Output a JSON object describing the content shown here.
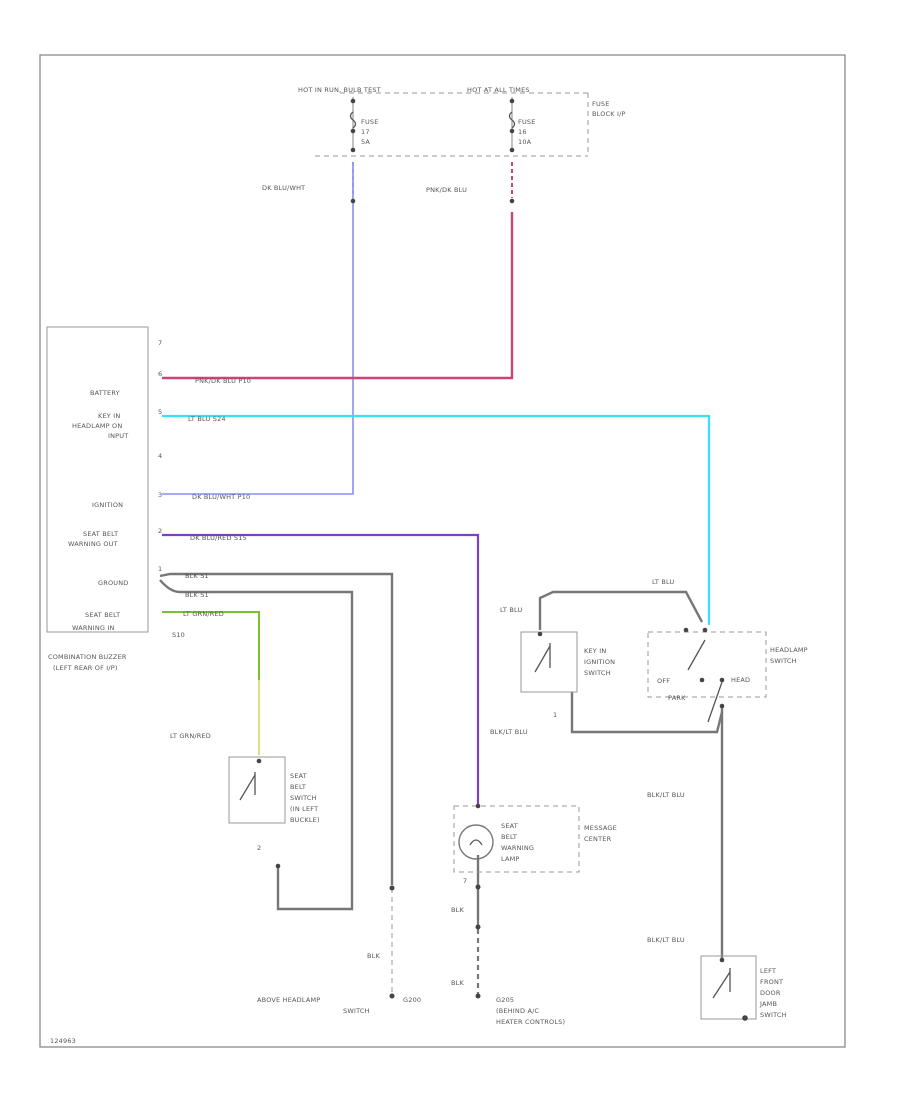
{
  "fuses": {
    "hot_left": "HOT IN RUN, BULB TEST",
    "hot_right": "HOT AT ALL TIMES",
    "fuse_block": [
      "FUSE",
      "BLOCK I/P"
    ],
    "fuse_a": [
      "FUSE",
      "17",
      "5A"
    ],
    "fuse_b": [
      "FUSE",
      "16",
      "10A"
    ]
  },
  "wires": {
    "dk_blu_wht_top": "DK BLU/WHT",
    "pnk_dk_blu_top": "PNK/DK BLU",
    "battery_wire": "PNK/DK BLU   P10",
    "lt_blu_wire": "LT BLU   S24",
    "ign_wire": "DK BLU/WHT   P10",
    "warning_wire": "DK BLU/RED   S15",
    "blk_1": "BLK   S1",
    "blk_2": "BLK   S1",
    "lt_grn_red": "LT GRN/RED",
    "s10": "S10",
    "lt_grn_red_2": "LT GRN/RED",
    "lt_blu_top": "LT BLU",
    "lt_blu_left": "LT BLU",
    "blk_lt_blu_1": "BLK/LT BLU",
    "blk_lt_blu_2": "BLK/LT BLU",
    "blk_lt_blu_3": "BLK/LT BLU",
    "blk_a": "BLK",
    "blk_b": "BLK",
    "blk_c": "BLK"
  },
  "buzzer": {
    "pins": [
      "BATTERY",
      "KEY IN",
      "HEADLAMP ON",
      "INPUT",
      "IGNITION",
      "SEAT BELT",
      "WARNING OUT",
      "GROUND",
      "SEAT BELT",
      "WARNING IN"
    ],
    "pin_numbers": [
      "7",
      "6",
      "5",
      "4",
      "3",
      "2",
      "1"
    ],
    "caption": [
      "COMBINATION BUZZER",
      "(LEFT REAR OF I/P)"
    ]
  },
  "components": {
    "seat_belt_switch": [
      "SEAT",
      "BELT",
      "SWITCH",
      "(IN LEFT",
      "BUCKLE)"
    ],
    "seat_belt_pin": "2",
    "lamp": [
      "SEAT",
      "BELT",
      "WARNING",
      "LAMP"
    ],
    "lamp_pin": "7",
    "message_center": [
      "MESSAGE",
      "CENTER"
    ],
    "key_in_switch": [
      "KEY IN",
      "IGNITION",
      "SWITCH"
    ],
    "key_in_pin": "1",
    "headlamp_switch": [
      "HEADLAMP",
      "SWITCH"
    ],
    "headlamp_positions": [
      "OFF",
      "PARK",
      "HEAD"
    ],
    "door_switch": [
      "LEFT",
      "FRONT",
      "DOOR",
      "JAMB",
      "SWITCH"
    ]
  },
  "grounds": {
    "g200": "G200",
    "g200_caption": [
      "ABOVE HEADLAMP",
      "SWITCH"
    ],
    "g205": "G205",
    "g205_caption": [
      "(BEHIND A/C",
      "HEATER CONTROLS)"
    ]
  },
  "figure_id": "124963",
  "colors": {
    "pink": "#d0407a",
    "light_blue": "#8a8ef0",
    "cyan": "#33e4f2",
    "purple": "#7a44b8",
    "green": "#7cc230",
    "yellow": "#d8d060",
    "gray": "#777777"
  }
}
